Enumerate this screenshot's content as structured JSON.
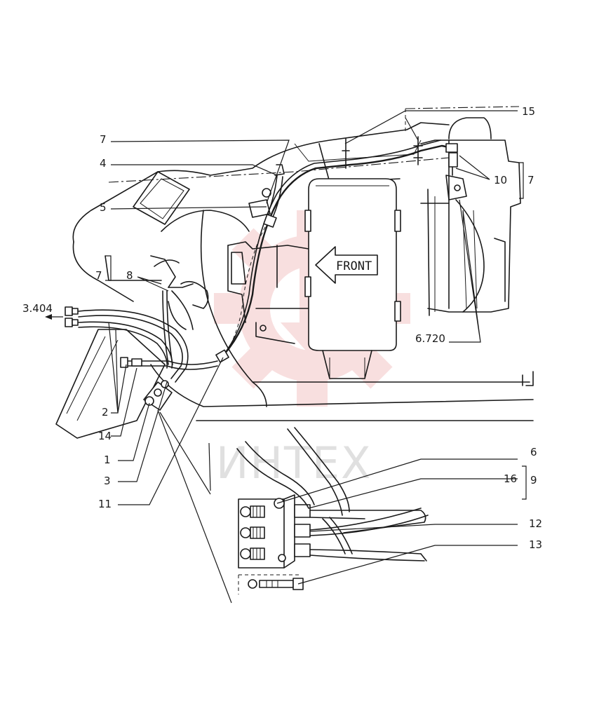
{
  "diagram": {
    "arrow_label": "FRONT",
    "watermark_text": "ИНТЕХ",
    "watermark_color": "#f4c6c6",
    "callouts": {
      "c7_top": "7",
      "c4": "4",
      "c5": "5",
      "c7_left": "7",
      "c8": "8",
      "c3404": "3.404",
      "c2": "2",
      "c14": "14",
      "c1": "1",
      "c3": "3",
      "c11": "11",
      "c15": "15",
      "c10": "10",
      "c7_right": "7",
      "c6720": "6.720",
      "c6": "6",
      "c16": "16",
      "c9": "9",
      "c12": "12",
      "c13": "13"
    }
  }
}
